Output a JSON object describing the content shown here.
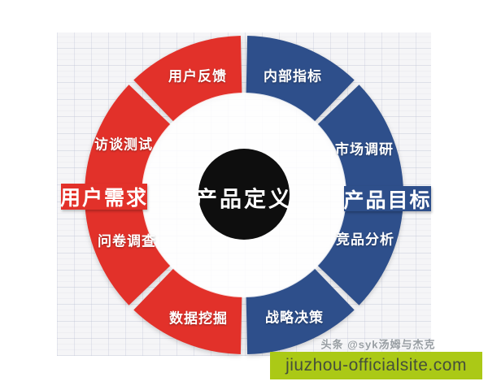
{
  "diagram": {
    "center_label": "产品定义",
    "left": {
      "title": "用户需求",
      "segments": [
        "用户反馈",
        "访谈测试",
        "问卷调查",
        "数据挖掘"
      ]
    },
    "right": {
      "title": "产品目标",
      "segments": [
        "内部指标",
        "市场调研",
        "竞品分析",
        "战略决策"
      ]
    }
  },
  "footer": {
    "watermark": "头条 @syk汤姆与杰克",
    "banner_text": "jiuzhou-officialsite.com"
  },
  "colors": {
    "red": "#e2312a",
    "blue": "#2e4f8b",
    "banner_bg": "#abc916",
    "core_black": "#0e0e0e"
  }
}
